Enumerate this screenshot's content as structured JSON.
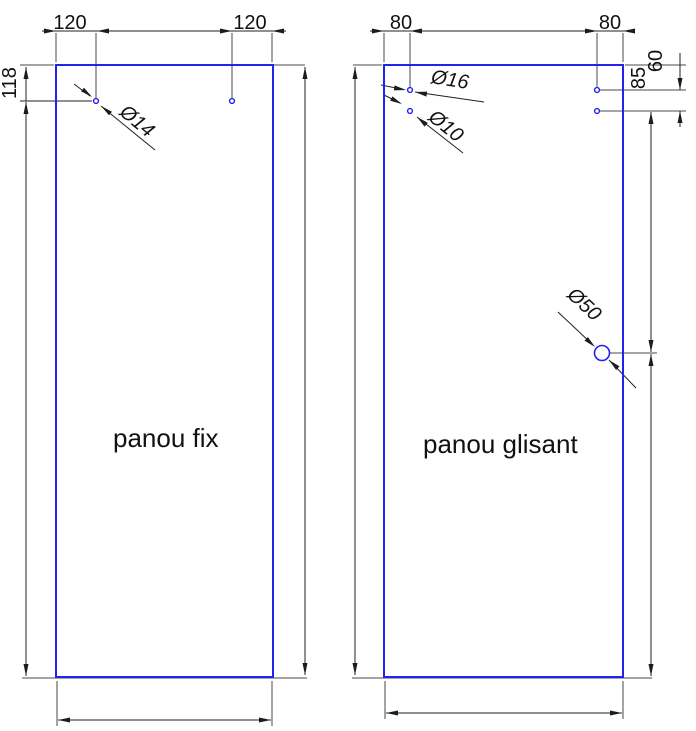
{
  "left_panel": {
    "label": "panou fix",
    "dim_top_left": "120",
    "dim_top_right": "120",
    "dim_left_side": "118",
    "hole_diameter_label": "Ø14"
  },
  "right_panel": {
    "label": "panou glisant",
    "dim_top_left": "80",
    "dim_top_right": "80",
    "dim_top_to_hole": "85",
    "dim_hole_to_hole": "60",
    "hole_top_diameter_label": "Ø16",
    "hole_lower_diameter_label": "Ø10",
    "hole_large_diameter_label": "Ø50"
  },
  "colors": {
    "panel_outline": "#2222ee",
    "dimension_line": "#222222",
    "extension_line": "#4a4a4a",
    "text": "#111111"
  }
}
